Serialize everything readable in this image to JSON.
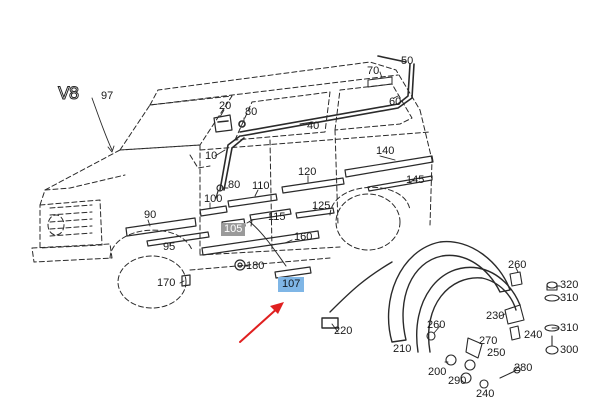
{
  "diagram": {
    "badge": "V8",
    "parts": {
      "p97": "97",
      "p70": "70",
      "p50": "50",
      "p60": "60",
      "p20": "20",
      "p80": "80",
      "p40": "40",
      "p10": "10",
      "p140": "140",
      "p120": "120",
      "p145": "145",
      "p80b": "80",
      "p110": "110",
      "p100": "100",
      "p125": "125",
      "p90": "90",
      "p115": "115",
      "p105": "105",
      "p160": "160",
      "p95": "95",
      "p180": "180",
      "p170": "170",
      "p107": "107",
      "p220": "220",
      "p260a": "260",
      "p320": "320",
      "p310a": "310",
      "p230": "230",
      "p240a": "240",
      "p310b": "310",
      "p260b": "260",
      "p270": "270",
      "p250": "250",
      "p300": "300",
      "p210": "210",
      "p200": "200",
      "p280": "280",
      "p290": "290",
      "p240b": "240"
    }
  },
  "colors": {
    "line": "#2a2a2a",
    "arrow": "#e02020",
    "highlight_blue": "#7fb6e6",
    "highlight_grey": "#9a9a9a"
  }
}
